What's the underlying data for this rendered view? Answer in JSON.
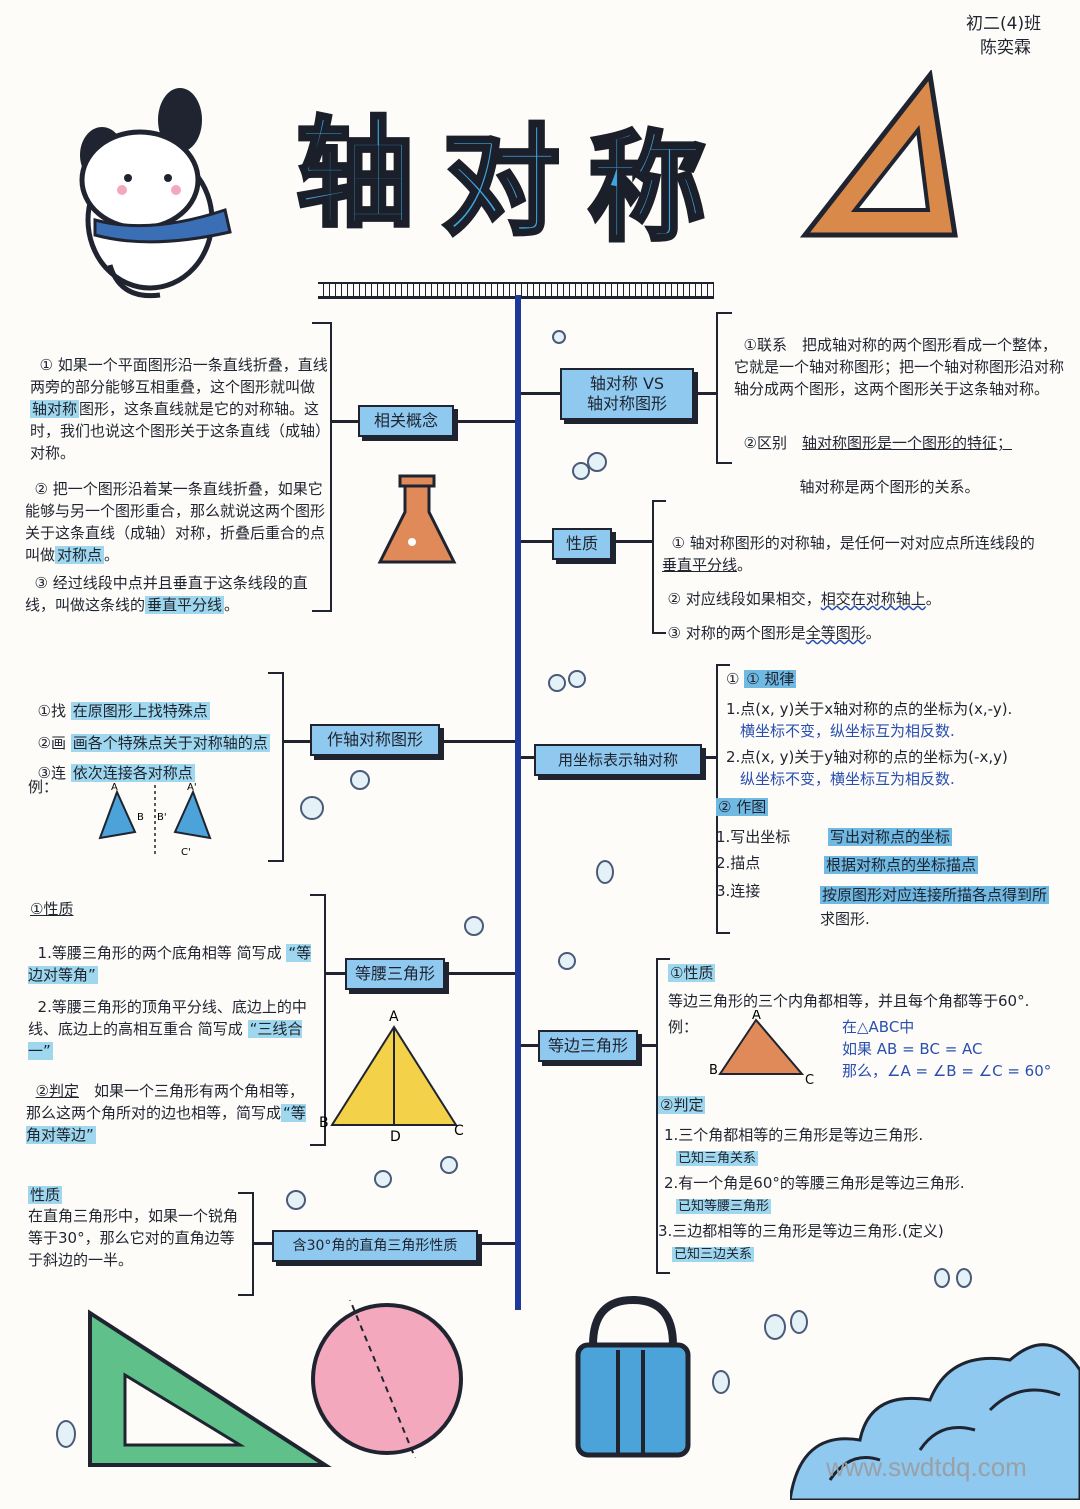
{
  "header": {
    "class": "初二(4)班",
    "name": "陈奕霖",
    "title_chars": [
      "轴",
      "对",
      "称"
    ]
  },
  "left": {
    "concept": {
      "node": "相关概念",
      "item1_pre": "① 如果一个平面图形沿一条直线折叠，直线两旁的部分能够互相重叠，这个图形就叫做",
      "item1_hl": "轴对称",
      "item1_post": "图形，这条直线就是它的对称轴。这时，我们也说这个图形关于这条直线（成轴）对称。",
      "item2_pre": "② 把一个图形沿着某一条直线折叠，如果它能够与另一个图形重合，那么就说这两个图形关于这条直线（成轴）对称，折叠后重合的点叫做",
      "item2_hl": "对称点",
      "item2_post": "。",
      "item3_pre": "③ 经过线段中点并且垂直于这条线段的直线，叫做这条线的",
      "item3_hl": "垂直平分线",
      "item3_post": "。"
    },
    "drawing": {
      "node": "作轴对称图形",
      "step1_label": "①找",
      "step1_text": "在原图形上找特殊点",
      "step2_label": "②画",
      "step2_text": "画各个特殊点关于对称轴的点",
      "step3_label": "③连",
      "step3_text": "依次连接各对称点",
      "example": "例：",
      "labels": [
        "A",
        "B",
        "B'",
        "A'",
        "C'"
      ]
    },
    "isosceles": {
      "node": "等腰三角形",
      "h1": "①性质",
      "p1": "1.等腰三角形的两个底角相等 简写成",
      "p1q": "“等边对等角”",
      "p2": "2.等腰三角形的顶角平分线、底边上的中线、底边上的高相互重合 简写成",
      "p2q": "“三线合一”",
      "h2": "②判定",
      "p3": "如果一个三角形有两个角相等，那么这两个角所对的边也相等，简写成",
      "p3q": "“等角对等边”",
      "labels": [
        "A",
        "B",
        "D",
        "C"
      ]
    },
    "right30": {
      "node": "含30°角的直角三角形性质",
      "h": "性质",
      "text": "在直角三角形中，如果一个锐角等于30°，那么它对的直角边等于斜边的一半。"
    }
  },
  "right": {
    "vs": {
      "node": "轴对称 VS\n轴对称图形",
      "l1_label": "①联系",
      "l1": "把成轴对称的两个图形看成一个整体，它就是一个轴对称图形；把一个轴对称图形沿对称轴分成两个图形，这两个图形关于这条轴对称。",
      "l2_label": "②区别",
      "l2a": "轴对称图形是一个图形的特征；",
      "l2b": "轴对称是两个图形的关系。"
    },
    "props": {
      "node": "性质",
      "p1_pre": "① 轴对称图形的对称轴，是任何一对对应点所连线段的",
      "p1_u": "垂直平分线",
      "p1_post": "。",
      "p2_pre": "② 对应线段如果相交，",
      "p2_u": "相交在对称轴上",
      "p2_post": "。",
      "p3_pre": "③ 对称的两个图形是",
      "p3_u": "全等图形",
      "p3_post": "。"
    },
    "coords": {
      "node": "用坐标表示轴对称",
      "h1": "① 规律",
      "r1": "1.点(x, y)关于x轴对称的点的坐标为(x,-y).",
      "r1b": "横坐标不变，纵坐标互为相反数.",
      "r2": "2.点(x, y)关于y轴对称的点的坐标为(-x,y)",
      "r2b": "纵坐标不变，横坐标互为相反数.",
      "h2": "② 作图",
      "s1_label": "1.写出坐标",
      "s1": "写出对称点的坐标",
      "s2_label": "2.描点",
      "s2": "根据对称点的坐标描点",
      "s3_label": "3.连接",
      "s3": "按原图形对应连接所描各点得到所",
      "s3b": "求图形."
    },
    "equilateral": {
      "node": "等边三角形",
      "h1": "①性质",
      "p1": "等边三角形的三个内角都相等，并且每个角都等于60°.",
      "ex": "例：",
      "ex1": "在△ABC中",
      "ex2": "如果 AB = BC = AC",
      "ex3": "那么，∠A = ∠B = ∠C = 60°",
      "labels": [
        "A",
        "B",
        "C"
      ],
      "h2": "②判定",
      "j1": "1.三个角都相等的三角形是等边三角形.",
      "j1t": "已知三角关系",
      "j2": "2.有一个角是60°的等腰三角形是等边三角形.",
      "j2t": "已知等腰三角形",
      "j3": "3.三边都相等的三角形是等边三角形.(定义)",
      "j3t": "已知三边关系"
    }
  },
  "footer": {
    "watermark": "www.swdtdq.com"
  },
  "colors": {
    "node_blue": "#8fc9ef",
    "title_blue": "#3fa3df",
    "spine": "#1d3a9a",
    "ruler_orange": "#d9894a",
    "flask_orange": "#e08a5a",
    "triangle_yellow": "#f3d24a",
    "green": "#5fc08a",
    "pink": "#f3a8bd"
  },
  "icons": [
    "dog-mascot-icon",
    "set-square-icon",
    "flask-icon",
    "set-square-green-icon",
    "pink-circle-icon",
    "blue-bag-icon",
    "cloud-wave-icon"
  ]
}
